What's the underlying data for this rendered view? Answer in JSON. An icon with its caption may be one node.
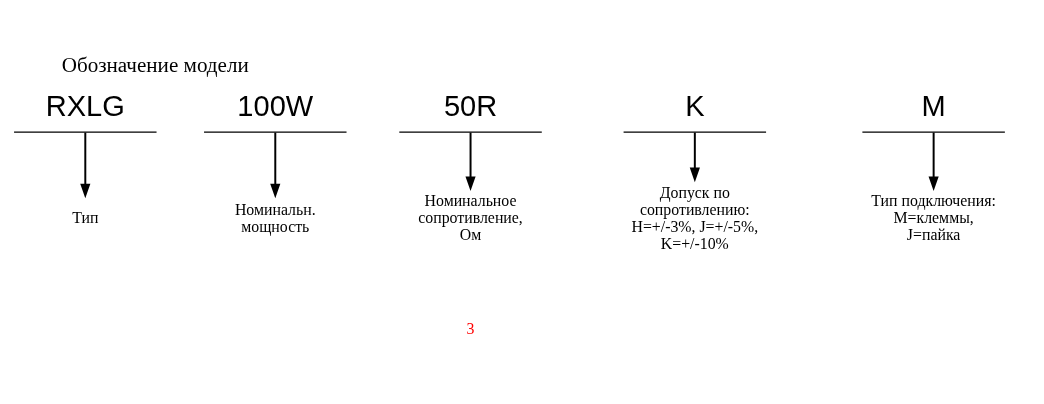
{
  "diagram": {
    "title": "Обозначение модели",
    "nodes": [
      {
        "text": [
          "RXLG"
        ]
      },
      {
        "text": [
          "100W"
        ]
      },
      {
        "text": [
          "50R"
        ]
      },
      {
        "text": [
          "K"
        ]
      },
      {
        "text": [
          "M"
        ]
      },
      {
        "text": [
          "Тип"
        ]
      },
      {
        "text": [
          "Номинальн. мощность"
        ]
      },
      {
        "text": [
          "Номинальное сопротивление, Ом"
        ]
      },
      {
        "text": [
          "Допуск по сопротивлению: H=+/-3%, J=+/-5%, K=+/-10%"
        ]
      },
      {
        "text": [
          "Тип подключения: M=клеммы, J=пайка"
        ]
      }
    ],
    "edges": [
      {
        "from": 0,
        "to": 5,
        "arrow": "to"
      },
      {
        "from": 1,
        "to": 6,
        "arrow": "to"
      },
      {
        "from": 2,
        "to": 7,
        "arrow": "to"
      },
      {
        "from": 3,
        "to": 8,
        "arrow": "to"
      },
      {
        "from": 4,
        "to": 9,
        "arrow": "to"
      }
    ],
    "labels": [
      "3"
    ]
  }
}
